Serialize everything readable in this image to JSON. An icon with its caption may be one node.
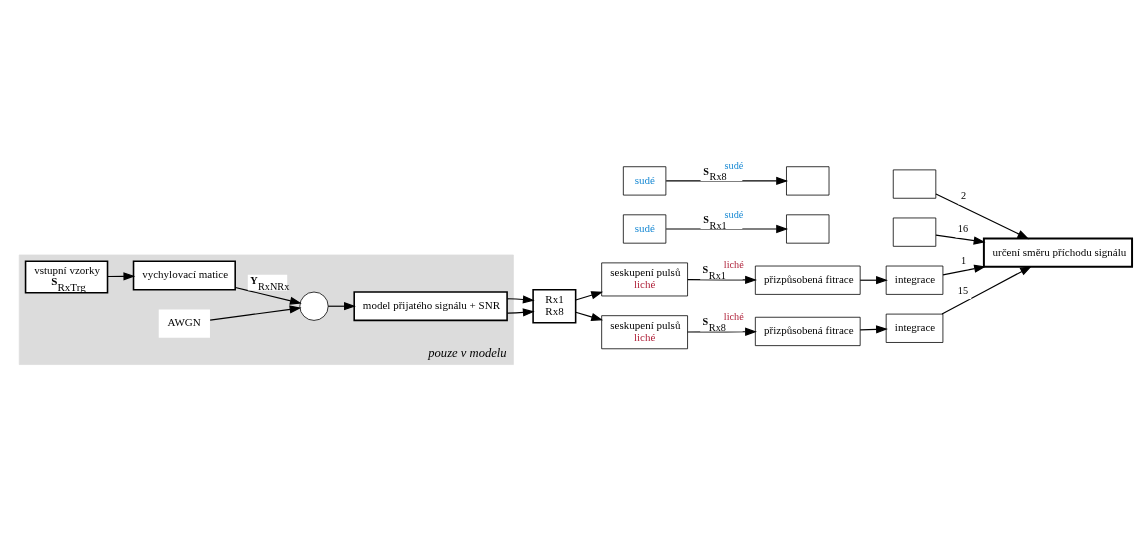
{
  "diagram": {
    "nodes": [
      {
        "text": [
          "pouze v modelu"
        ]
      },
      {
        "text": [
          "model přijatého signálu + SNR"
        ],
        "in": 0
      },
      {
        "text": [],
        "shape": "circle",
        "in": 0
      },
      {
        "text": [
          "vychylovací matice"
        ],
        "in": 0
      },
      {
        "text": [
          "vstupní vzorky",
          "**S**$_{RxTrg}$"
        ],
        "in": 0
      },
      {
        "text": [
          "AWGN"
        ],
        "in": 0
      },
      {
        "text": [
          "Rx1",
          "Rx8"
        ]
      },
      {
        "text": [
          "seskupení pulsů",
          "liché"
        ]
      },
      {
        "text": [
          "sudé"
        ]
      },
      {
        "text": [
          "přizpůsobená fitrace"
        ]
      },
      {
        "text": [],
        "shape": "box"
      },
      {
        "text": [
          "integrace"
        ]
      },
      {
        "text": [],
        "shape": "box"
      },
      {
        "text": [
          "seskupení pulsů",
          "liché"
        ]
      },
      {
        "text": [
          "sudé"
        ]
      },
      {
        "text": [
          "přizpůsobená fitrace"
        ]
      },
      {
        "text": [],
        "shape": "box"
      },
      {
        "text": [
          "integrace"
        ]
      },
      {
        "text": [],
        "shape": "box"
      },
      {
        "text": [
          "určení směru příchodu signálu"
        ]
      }
    ],
    "edges": [
      {
        "from": 4,
        "to": 3,
        "arrow": "to"
      },
      {
        "from": 3,
        "to": 2,
        "arrow": "to",
        "label": "**Y**$_{RxNRx}$"
      },
      {
        "from": 5,
        "to": 2,
        "arrow": "to"
      },
      {
        "from": 2,
        "to": 1,
        "arrow": "to"
      },
      {
        "from": 1,
        "to": 6,
        "arrow": "to"
      },
      {
        "from": 1,
        "to": 6,
        "arrow": "to"
      },
      {
        "from": 6,
        "to": 7,
        "arrow": "to"
      },
      {
        "from": 7,
        "to": 9,
        "arrow": "to",
        "label": "**S**$_{Rx1}$$^{liché}$"
      },
      {
        "from": 8,
        "to": 10,
        "arrow": "to",
        "label": "**S**$_{Rx1}$$^{sudé}$"
      },
      {
        "from": 9,
        "to": 11,
        "arrow": "to"
      },
      {
        "from": 11,
        "to": 19,
        "arrow": "to",
        "label": "1"
      },
      {
        "from": 12,
        "to": 19,
        "arrow": "to",
        "label": "2"
      },
      {
        "from": 6,
        "to": 13,
        "arrow": "to"
      },
      {
        "from": 13,
        "to": 15,
        "arrow": "to",
        "label": "**S**$_{Rx8}$$^{liché}$"
      },
      {
        "from": 14,
        "to": 16,
        "arrow": "to",
        "label": "**S**$_{Rx8}$$^{sudé}$"
      },
      {
        "from": 15,
        "to": 17,
        "arrow": "to"
      },
      {
        "from": 17,
        "to": 19,
        "arrow": "to",
        "label": "15"
      },
      {
        "from": 18,
        "to": 19,
        "arrow": "to",
        "label": "16"
      }
    ]
  }
}
